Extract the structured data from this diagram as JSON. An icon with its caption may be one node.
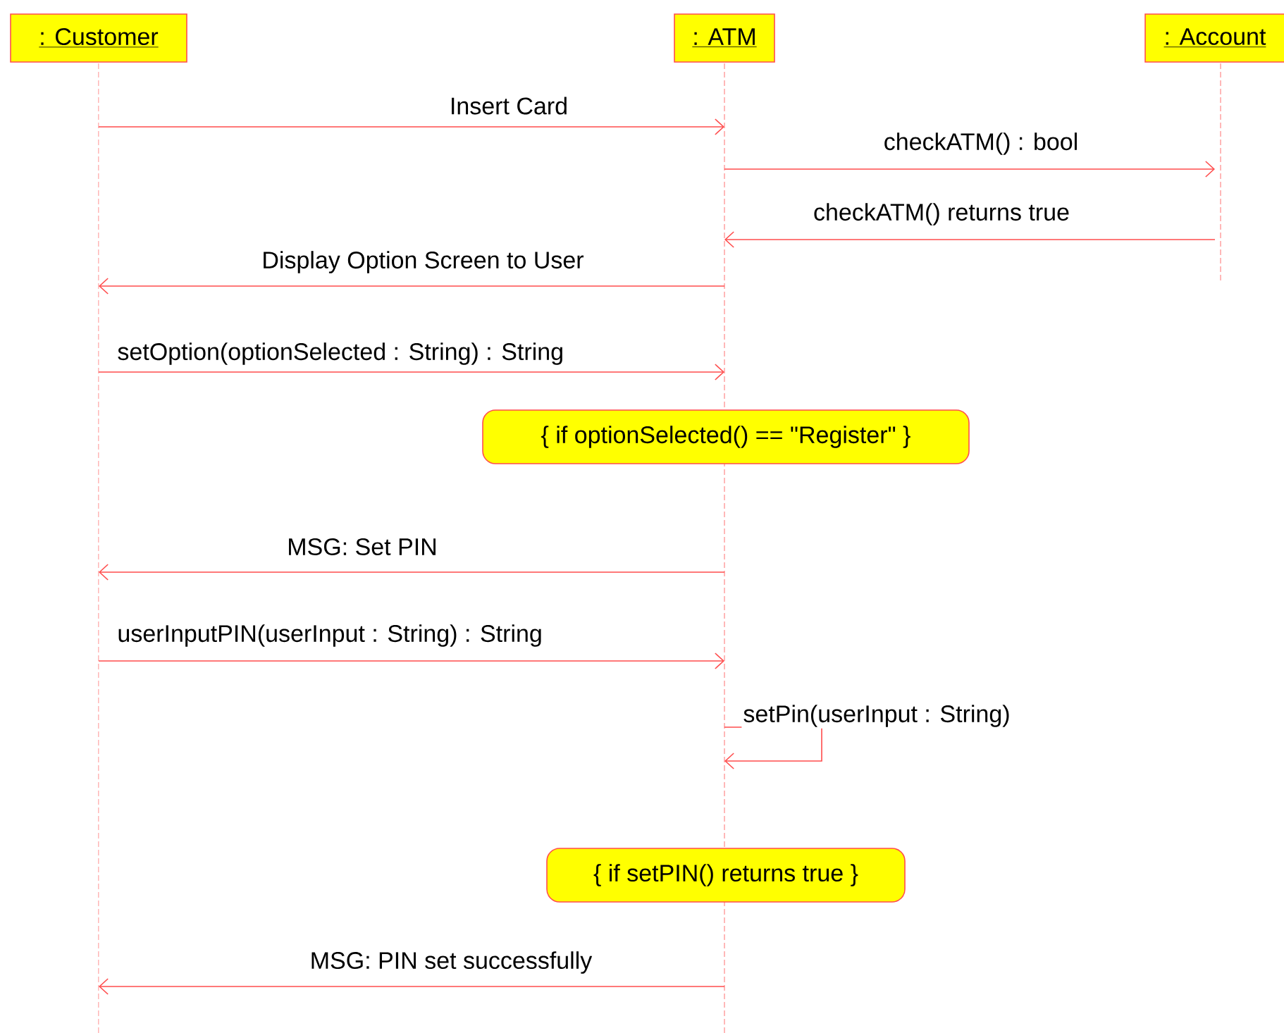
{
  "diagram": {
    "nodes": [
      {
        "text": [
          ": Customer"
        ]
      },
      {
        "text": [
          ": ATM"
        ]
      },
      {
        "text": [
          ": Account"
        ]
      },
      {
        "text": [
          "{ if optionSelected() == \"Register\" }"
        ]
      },
      {
        "text": [
          "{ if setPIN() returns true }"
        ]
      }
    ],
    "edges": [
      {
        "from": 0,
        "to": 1,
        "arrow": "to",
        "label": "Insert Card"
      },
      {
        "from": 1,
        "to": 2,
        "arrow": "to",
        "label": "checkATM() : bool"
      },
      {
        "from": 2,
        "to": 1,
        "arrow": "to",
        "label": "checkATM() returns true"
      },
      {
        "from": 1,
        "to": 0,
        "arrow": "to",
        "label": "Display Option Screen to User"
      },
      {
        "from": 0,
        "to": 1,
        "arrow": "to",
        "label": "setOption(optionSelected : String) : String"
      },
      {
        "from": 1,
        "to": 0,
        "arrow": "to",
        "label": "MSG: Set PIN"
      },
      {
        "from": 0,
        "to": 1,
        "arrow": "to",
        "label": "userInputPIN(userInput : String) : String"
      },
      {
        "from": 1,
        "to": 1,
        "arrow": "to",
        "label": "setPin(userInput : String)"
      },
      {
        "from": 1,
        "to": 0,
        "arrow": "to",
        "label": "MSG: PIN set successfully"
      }
    ]
  }
}
